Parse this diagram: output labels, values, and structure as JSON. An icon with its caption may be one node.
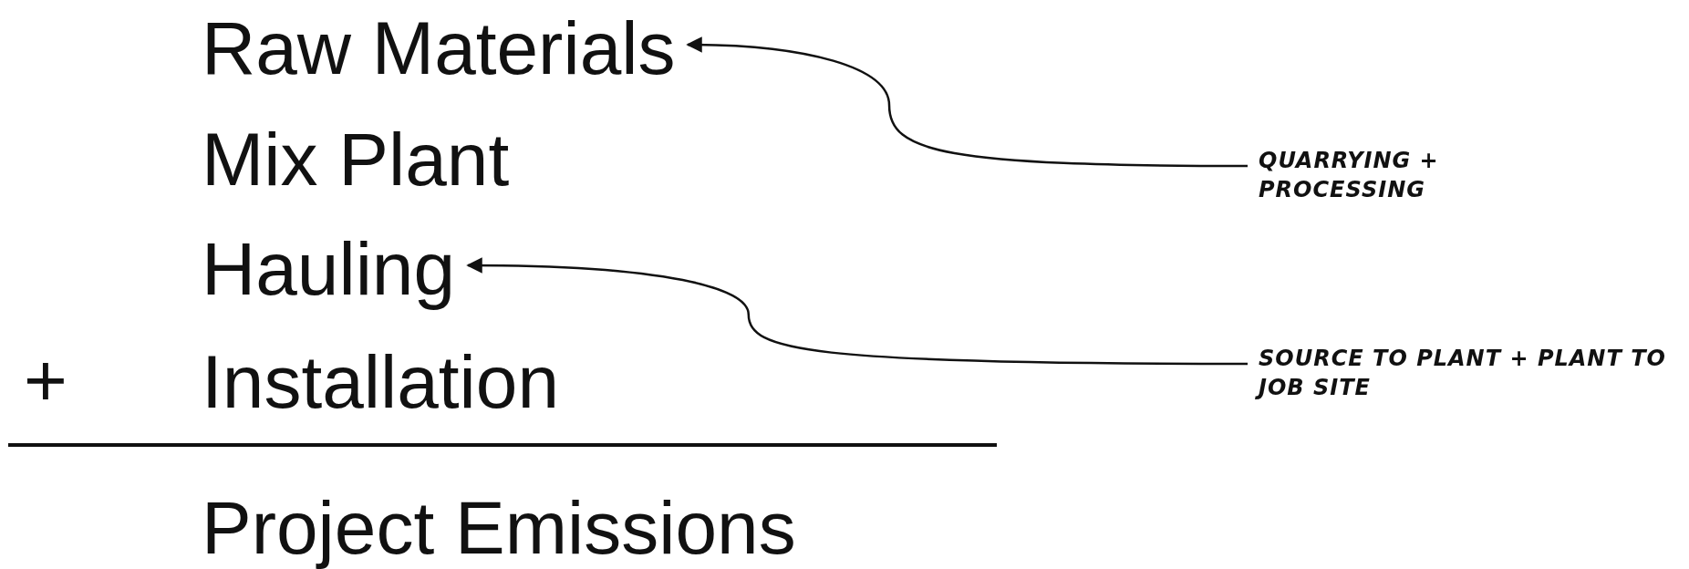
{
  "diagram": {
    "nodes": [
      {
        "text": [
          "Raw Materials"
        ]
      },
      {
        "text": [
          "Mix Plant"
        ]
      },
      {
        "text": [
          "Hauling"
        ]
      },
      {
        "text": [
          "Installation"
        ]
      },
      {
        "text": [
          "Project Emissions"
        ]
      },
      {
        "text": [
          "QUARRYING + PROCESSING"
        ]
      },
      {
        "text": [
          "SOURCE TO PLANT + PLANT TO JOB SITE"
        ]
      }
    ],
    "edges": [
      {
        "from": 5,
        "to": 0,
        "arrow": "to"
      },
      {
        "from": 6,
        "to": 2,
        "arrow": "to"
      }
    ],
    "labels": [
      "+"
    ]
  }
}
